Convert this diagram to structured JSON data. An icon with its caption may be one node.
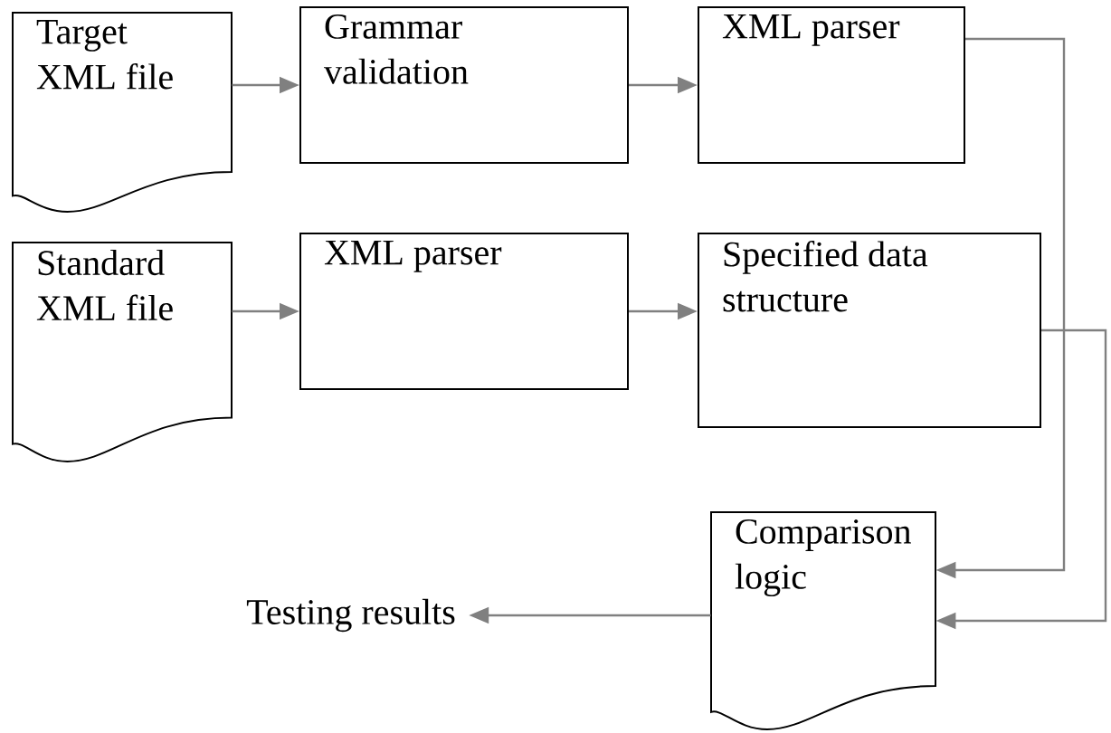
{
  "diagram": {
    "nodes": [
      {
        "text": [
          "Target XML file"
        ]
      },
      {
        "text": [
          "Grammar validation"
        ]
      },
      {
        "text": [
          "XML parser"
        ]
      },
      {
        "text": [
          "Standard XML file"
        ]
      },
      {
        "text": [
          "XML parser"
        ]
      },
      {
        "text": [
          "Specified data structure"
        ]
      },
      {
        "text": [
          "Comparison logic"
        ]
      },
      {
        "text": [
          "Testing results"
        ]
      }
    ],
    "edges": [
      {
        "from": 0,
        "to": 1,
        "arrow": "to"
      },
      {
        "from": 1,
        "to": 2,
        "arrow": "to"
      },
      {
        "from": 3,
        "to": 4,
        "arrow": "to"
      },
      {
        "from": 4,
        "to": 5,
        "arrow": "to"
      },
      {
        "from": 2,
        "to": 6,
        "arrow": "to"
      },
      {
        "from": 5,
        "to": 6,
        "arrow": "to"
      },
      {
        "from": 6,
        "to": 7,
        "arrow": "to"
      }
    ]
  }
}
